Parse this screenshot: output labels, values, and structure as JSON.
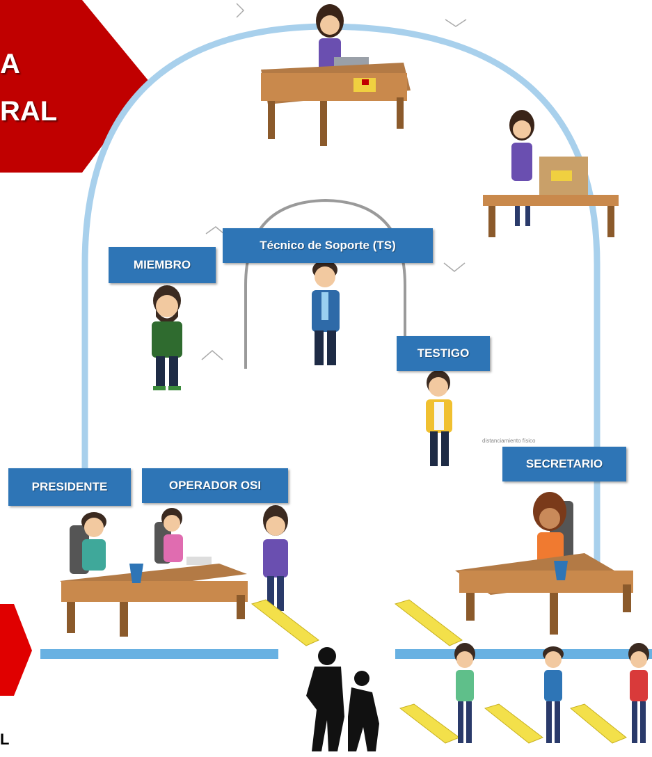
{
  "banner": {
    "line1": "A",
    "line2": "RAL",
    "color": "#c00000"
  },
  "bottom_left_fragment": "L",
  "labels": {
    "miembro": "MIEMBRO",
    "tecnico": "Técnico de Soporte (TS)",
    "testigo": "TESTIGO",
    "presidente": "PRESIDENTE",
    "operador": "OPERADOR OSI",
    "secretario": "SECRETARIO"
  },
  "note": "distanciamiento físico",
  "colors": {
    "path": "#a8d0ec",
    "label_bg": "#2e75b6",
    "table": "#c9894c",
    "table_leg": "#8b5a2b",
    "floor_marker": "#f3e04a"
  }
}
